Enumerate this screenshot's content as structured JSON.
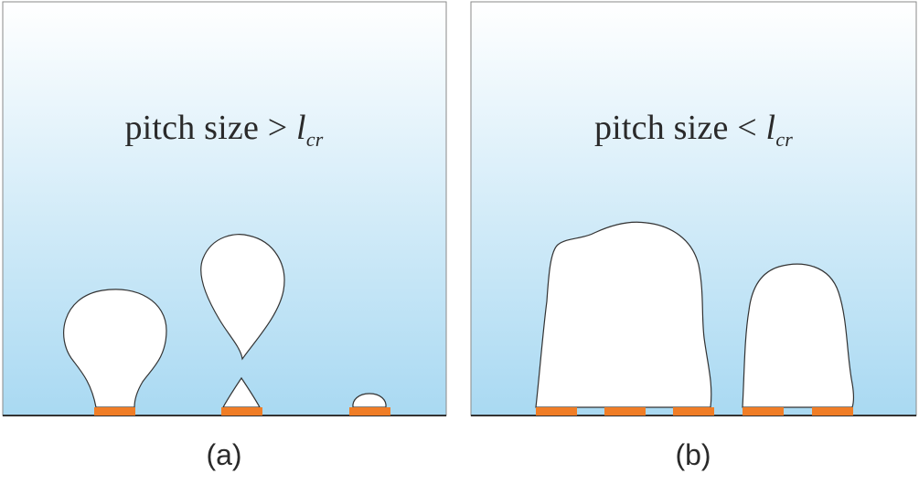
{
  "panels": [
    {
      "id": "a",
      "title_prefix": "pitch size > ",
      "title_symbol": "l",
      "title_subscript": "cr",
      "caption": "(a)"
    },
    {
      "id": "b",
      "title_prefix": "pitch size < ",
      "title_symbol": "l",
      "title_subscript": "cr",
      "caption": "(b)"
    }
  ],
  "colors": {
    "liquid_top": "#ffffff",
    "liquid_bottom": "#a9d9f2",
    "heater": "#f07d26",
    "bubble_fill": "#ffffff",
    "outline": "#333333"
  }
}
